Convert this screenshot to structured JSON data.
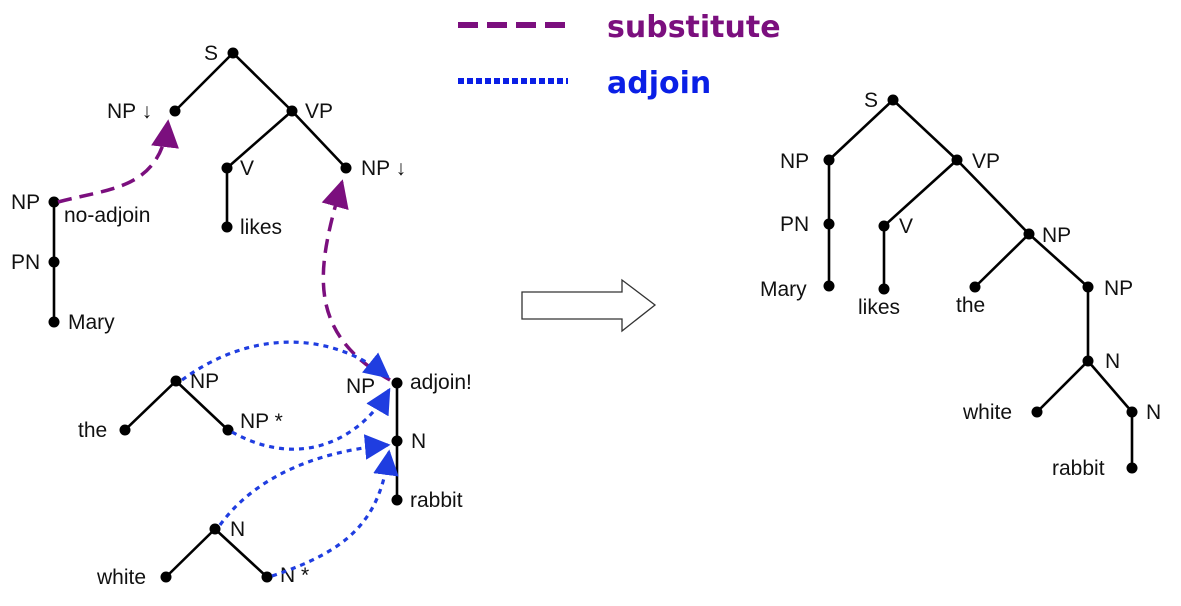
{
  "legend": {
    "substitute": {
      "label": "substitute",
      "color": "#7b0f7e"
    },
    "adjoin": {
      "label": "adjoin",
      "color": "#0a1fe6"
    }
  },
  "arrow_color": "#1f3de0",
  "left": {
    "initial_tree": {
      "S": "S",
      "NP_subst": "NP ↓",
      "VP": "VP",
      "V": "V",
      "NP_subst2": "NP ↓",
      "likes": "likes"
    },
    "mary_tree": {
      "NP": "NP",
      "no_adjoin": "no-adjoin",
      "PN": "PN",
      "Mary": "Mary"
    },
    "the_aux_tree": {
      "NP": "NP",
      "the": "the",
      "NP_foot": "NP *"
    },
    "rabbit_tree": {
      "NP": "NP",
      "adjoin_mark": "adjoin!",
      "N": "N",
      "rabbit": "rabbit"
    },
    "white_aux_tree": {
      "N": "N",
      "white": "white",
      "N_foot": "N *"
    }
  },
  "result": {
    "S": "S",
    "NP_subj": "NP",
    "VP": "VP",
    "PN": "PN",
    "Mary": "Mary",
    "V": "V",
    "likes": "likes",
    "NP_obj": "NP",
    "the": "the",
    "NP_inner": "NP",
    "N": "N",
    "white": "white",
    "N_inner": "N",
    "rabbit": "rabbit"
  }
}
